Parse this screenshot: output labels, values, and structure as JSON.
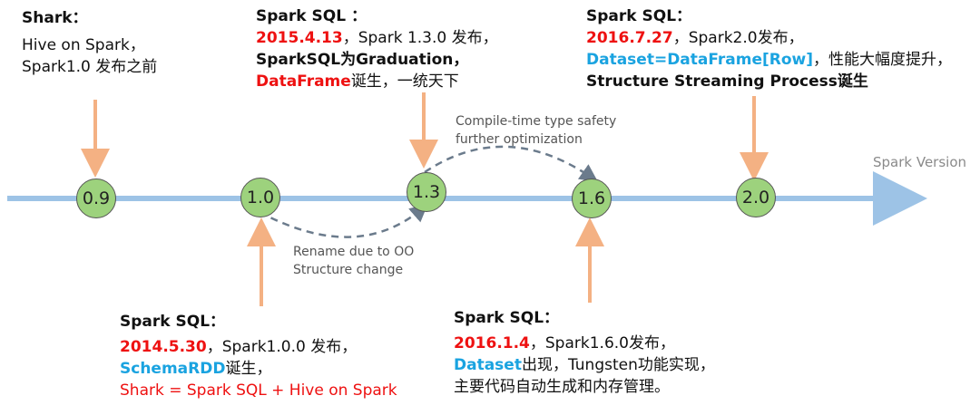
{
  "colors": {
    "timeline": "#9dc3e6",
    "arrow": "#f4b183",
    "node_fill": "#9dd27d",
    "curve": "#6b7b8c",
    "red": "#ee1111",
    "blue": "#1aa3e0"
  },
  "axis": {
    "label": "Spark Version"
  },
  "versions": [
    "0.9",
    "1.0",
    "1.3",
    "1.6",
    "2.0"
  ],
  "events": {
    "shark": {
      "title": "Shark：",
      "line1": "Hive on Spark，",
      "line2": "Spark1.0 发布之前"
    },
    "v13": {
      "title": "Spark SQL ：",
      "date": "2015.4.13",
      "line1_rest": "，Spark 1.3.0 发布，",
      "line2": "SparkSQL为Graduation，",
      "line3_hl": "DataFrame",
      "line3_rest": "诞生，一统天下"
    },
    "v20": {
      "title": "Spark SQL：",
      "date": "2016.7.27",
      "line1_rest": "，Spark2.0发布，",
      "line2_hl": "Dataset=DataFrame[Row]",
      "line2_rest": "，性能大幅度提升，",
      "line3": "Structure Streaming Process诞生"
    },
    "v10": {
      "title": "Spark SQL：",
      "date": "2014.5.30",
      "line1_rest": "，Spark1.0.0 发布，",
      "line2_hl": "SchemaRDD",
      "line2_rest": "诞生，",
      "line3": "Shark = Spark SQL + Hive on Spark"
    },
    "v16": {
      "title": "Spark SQL：",
      "date": "2016.1.4",
      "line1_rest": "，Spark1.6.0发布，",
      "line2_hl": "Dataset",
      "line2_rest": "出现，Tungsten功能实现，",
      "line3": "主要代码自动生成和内存管理。"
    }
  },
  "notes": {
    "rename": [
      "Rename due to OO",
      "Structure change"
    ],
    "compile": [
      "Compile-time type safety",
      "further optimization"
    ]
  }
}
